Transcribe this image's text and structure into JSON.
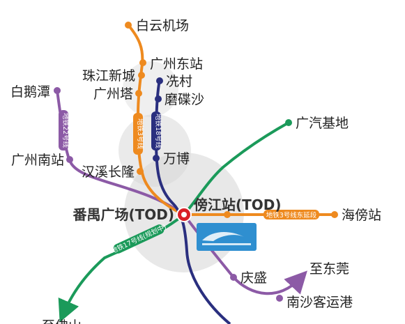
{
  "colors": {
    "orange": "#ee8a1f",
    "navy": "#2a2f7f",
    "purple": "#8c5aa6",
    "green": "#1b9a5a",
    "red": "#d92027",
    "circle_fill": "#d6d6d6",
    "logo_blue": "#2f8fd0"
  },
  "stations": {
    "baiyun_airport": "白云机场",
    "guangzhou_east": "广州东站",
    "zhujiang_new_town": "珠江新城",
    "canton_tower": "广州塔",
    "xiancun": "冼村",
    "mocaosha": "磨碟沙",
    "baietan": "白鹅潭",
    "guangzhou_south": "广州南站",
    "hanxi_changlong": "汉溪长隆",
    "wanbo": "万博",
    "gac_base": "广汽基地",
    "panyu_square": "番禺广场(TOD)",
    "pangjiang": "傍江站(TOD)",
    "haipang": "海傍站",
    "qingsheng": "庆盛",
    "nansha_port": "南沙客运港",
    "to_dongguan": "至东莞",
    "to_foshan": "至佛山"
  },
  "line_labels": {
    "line22": "地铁22号线",
    "line3": "地铁3号线",
    "line18": "地铁18号线",
    "line17": "地铁17号线(规划中)",
    "line3_east_ext": "地铁3号线东延段"
  }
}
